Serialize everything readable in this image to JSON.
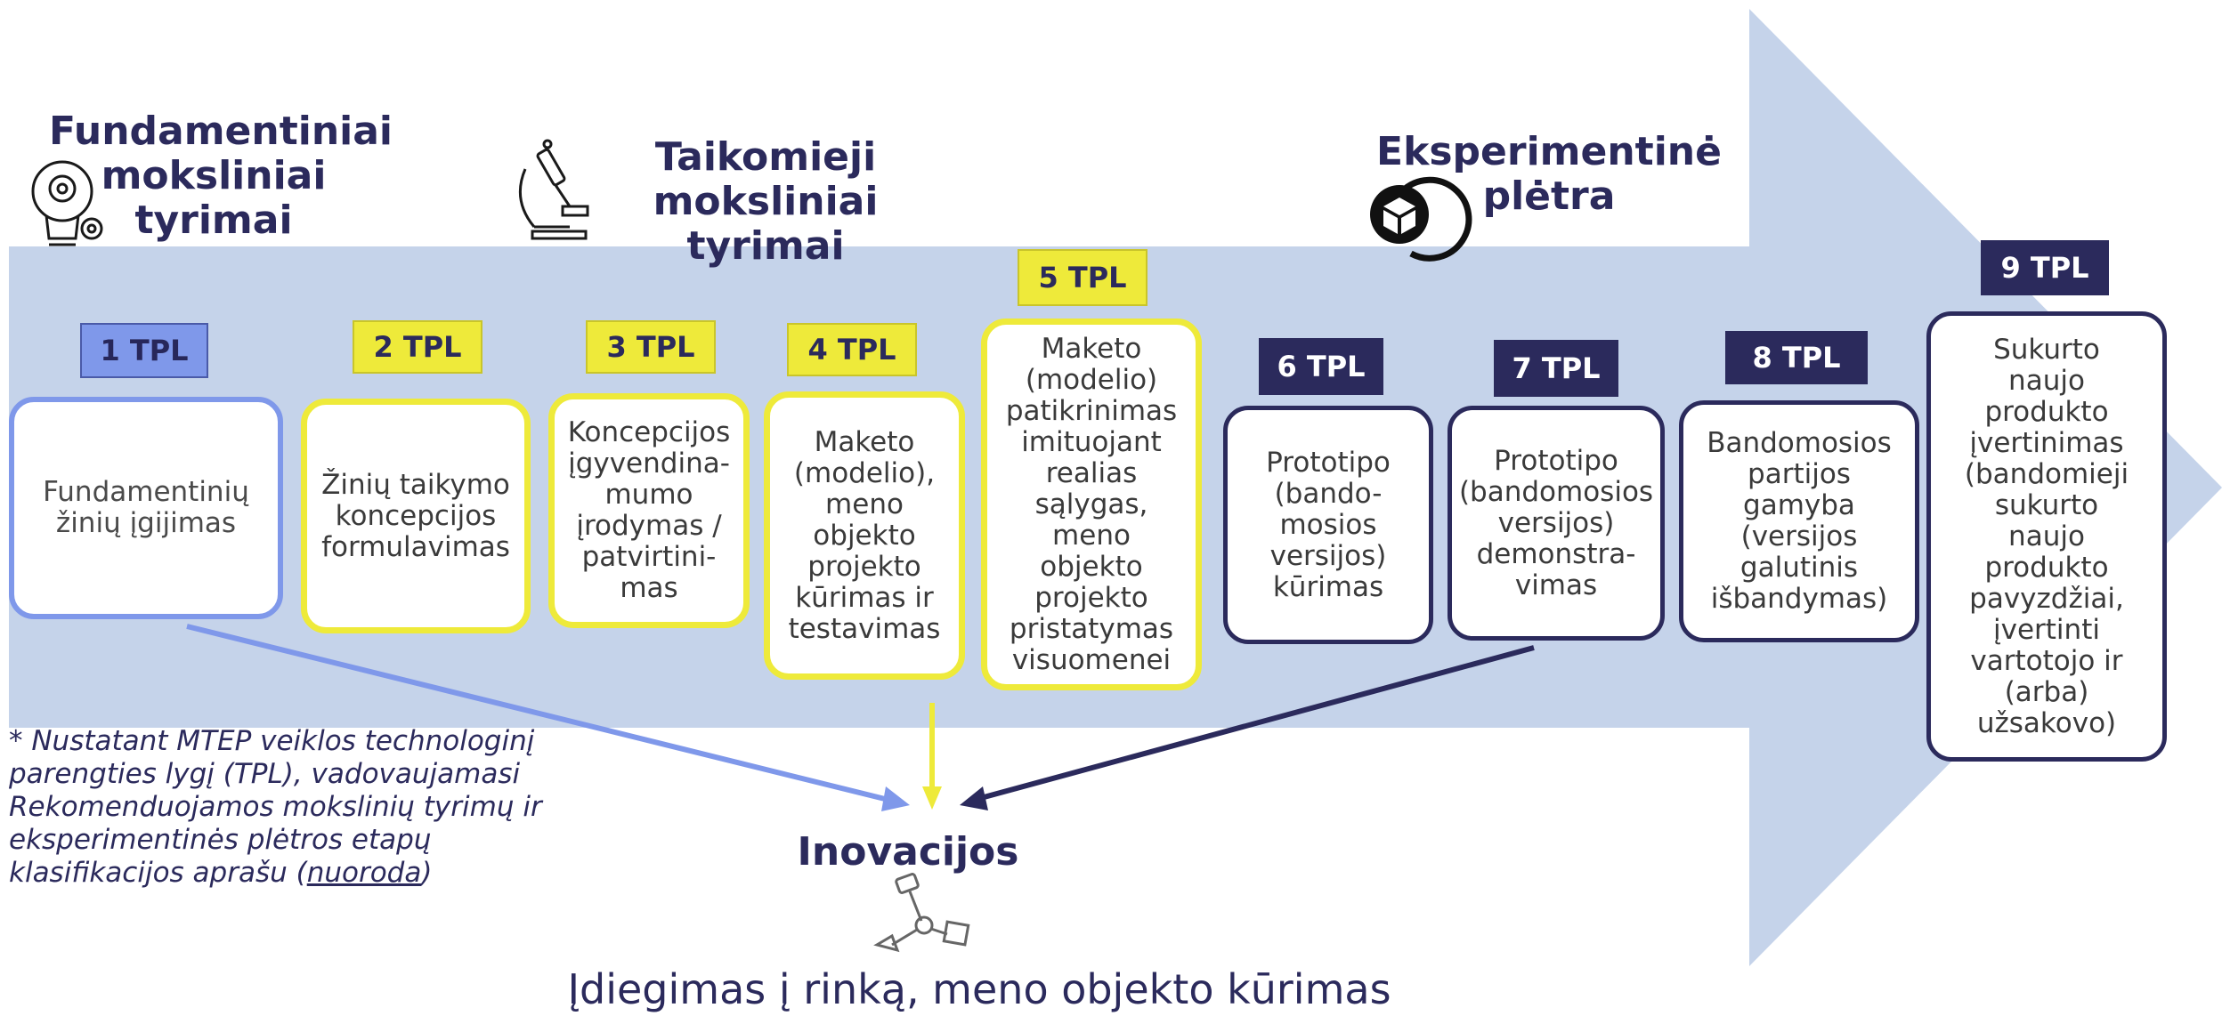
{
  "phases": {
    "fundamental": "Fundamentiniai\nmoksliniai\ntyrimai",
    "applied": "Taikomieji\nmoksliniai tyrimai",
    "experimental": "Eksperimentinė\nplėtra"
  },
  "levels": [
    {
      "tag": "1 TPL",
      "text": "Fundamentinių\nžinių įgijimas",
      "color": "#7f98ea"
    },
    {
      "tag": "2 TPL",
      "text": "Žinių taikymo\nkoncepcijos\nformulavimas",
      "color": "#eeea3a"
    },
    {
      "tag": "3 TPL",
      "text": "Koncepcijos\nįgyvendina-\nmumo\nįrodymas /\npatvirtini-\nmas",
      "color": "#eeea3a"
    },
    {
      "tag": "4 TPL",
      "text": "Maketo\n(modelio),\nmeno\nobjekto\nprojekto\nkūrimas ir\ntestavimas",
      "color": "#eeea3a"
    },
    {
      "tag": "5 TPL",
      "text": "Maketo\n(modelio)\npatikrinimas\nimituojant\nrealias\nsąlygas,\nmeno\nobjekto\nprojekto\npristatymas\nvisuomenei",
      "color": "#eeea3a"
    },
    {
      "tag": "6 TPL",
      "text": "Prototipo\n(bando-\nmosios\nversijos)\nkūrimas",
      "color": "#2b2a5c"
    },
    {
      "tag": "7 TPL",
      "text": "Prototipo\n(bandomosios\nversijos)\ndemonstra-\nvimas",
      "color": "#2b2a5c"
    },
    {
      "tag": "8 TPL",
      "text": "Bandomosios\npartijos\ngamyba\n(versijos\ngalutinis\nišbandymas)",
      "color": "#2b2a5c"
    },
    {
      "tag": "9 TPL",
      "text": "Sukurto\nnaujo\nprodukto\nįvertinimas\n(bandomieji\nsukurto\nnaujo\nprodukto\npavyzdžiai,\nįvertinti\nvartotojo ir\n(arba)\nužsakovo)",
      "color": "#2b2a5c"
    }
  ],
  "footnote": {
    "text": "* Nustatant MTEP veiklos technologinį parengties lygį (TPL), vadovaujamasi Rekomenduojamos mokslinių tyrimų ir eksperimentinės plėtros etapų klasifikacijos aprašu (",
    "link": "nuoroda",
    "end": ")"
  },
  "innovations": {
    "title": "Inovacijos",
    "bottom": "Įdiegimas į rinką, meno objekto kūrimas"
  },
  "colors": {
    "arrow": "#c5d3ea",
    "navy": "#2b2a5c",
    "blue": "#7f98ea",
    "yellow": "#eeea3a"
  },
  "icons": [
    "lightbulb-gears-icon",
    "microscope-icon",
    "cube-icon",
    "robot-arm-icon"
  ]
}
